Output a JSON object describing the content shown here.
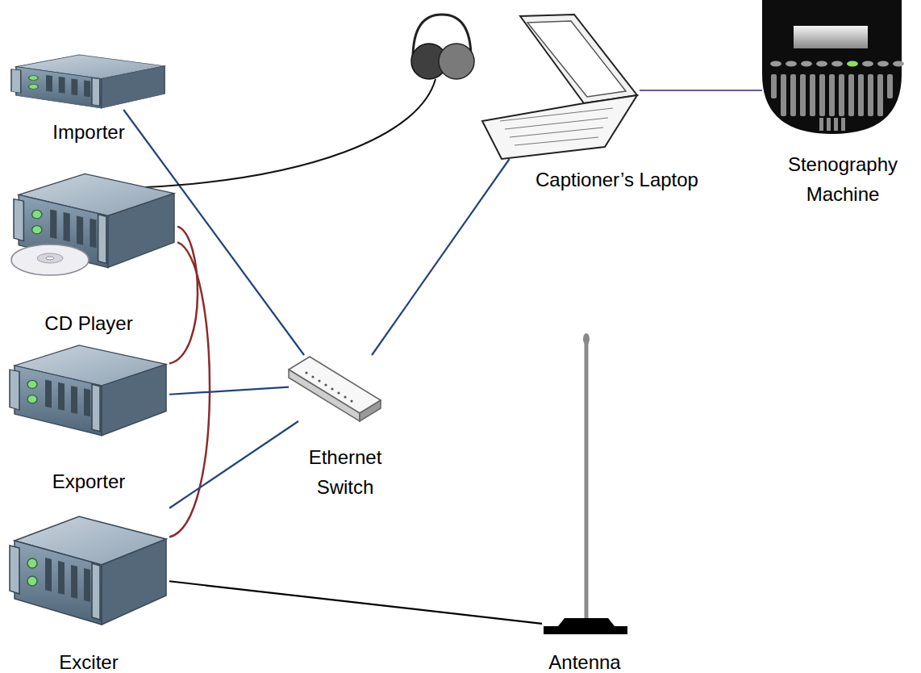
{
  "diagram": {
    "nodes": [
      {
        "text": [
          "Importer"
        ]
      },
      {
        "text": [
          "Captioner’s Laptop"
        ]
      },
      {
        "text": [
          "Stenography Machine"
        ]
      },
      {
        "text": [
          "CD Player"
        ]
      },
      {
        "text": [
          "Exporter"
        ]
      },
      {
        "text": [
          "Ethernet Switch"
        ]
      },
      {
        "text": [
          "Exciter"
        ]
      },
      {
        "text": [
          "Antenna"
        ]
      }
    ],
    "edges": [
      {
        "from": 0,
        "to": 5,
        "arrow": "none"
      },
      {
        "from": 1,
        "to": 2,
        "arrow": "none"
      },
      {
        "from": 1,
        "to": 5,
        "arrow": "none"
      },
      {
        "from": 3,
        "to": 4,
        "arrow": "none"
      },
      {
        "from": 3,
        "to": 6,
        "arrow": "none"
      },
      {
        "from": 4,
        "to": 5,
        "arrow": "none"
      },
      {
        "from": 6,
        "to": 5,
        "arrow": "none"
      },
      {
        "from": 6,
        "to": 7,
        "arrow": "none"
      }
    ]
  }
}
